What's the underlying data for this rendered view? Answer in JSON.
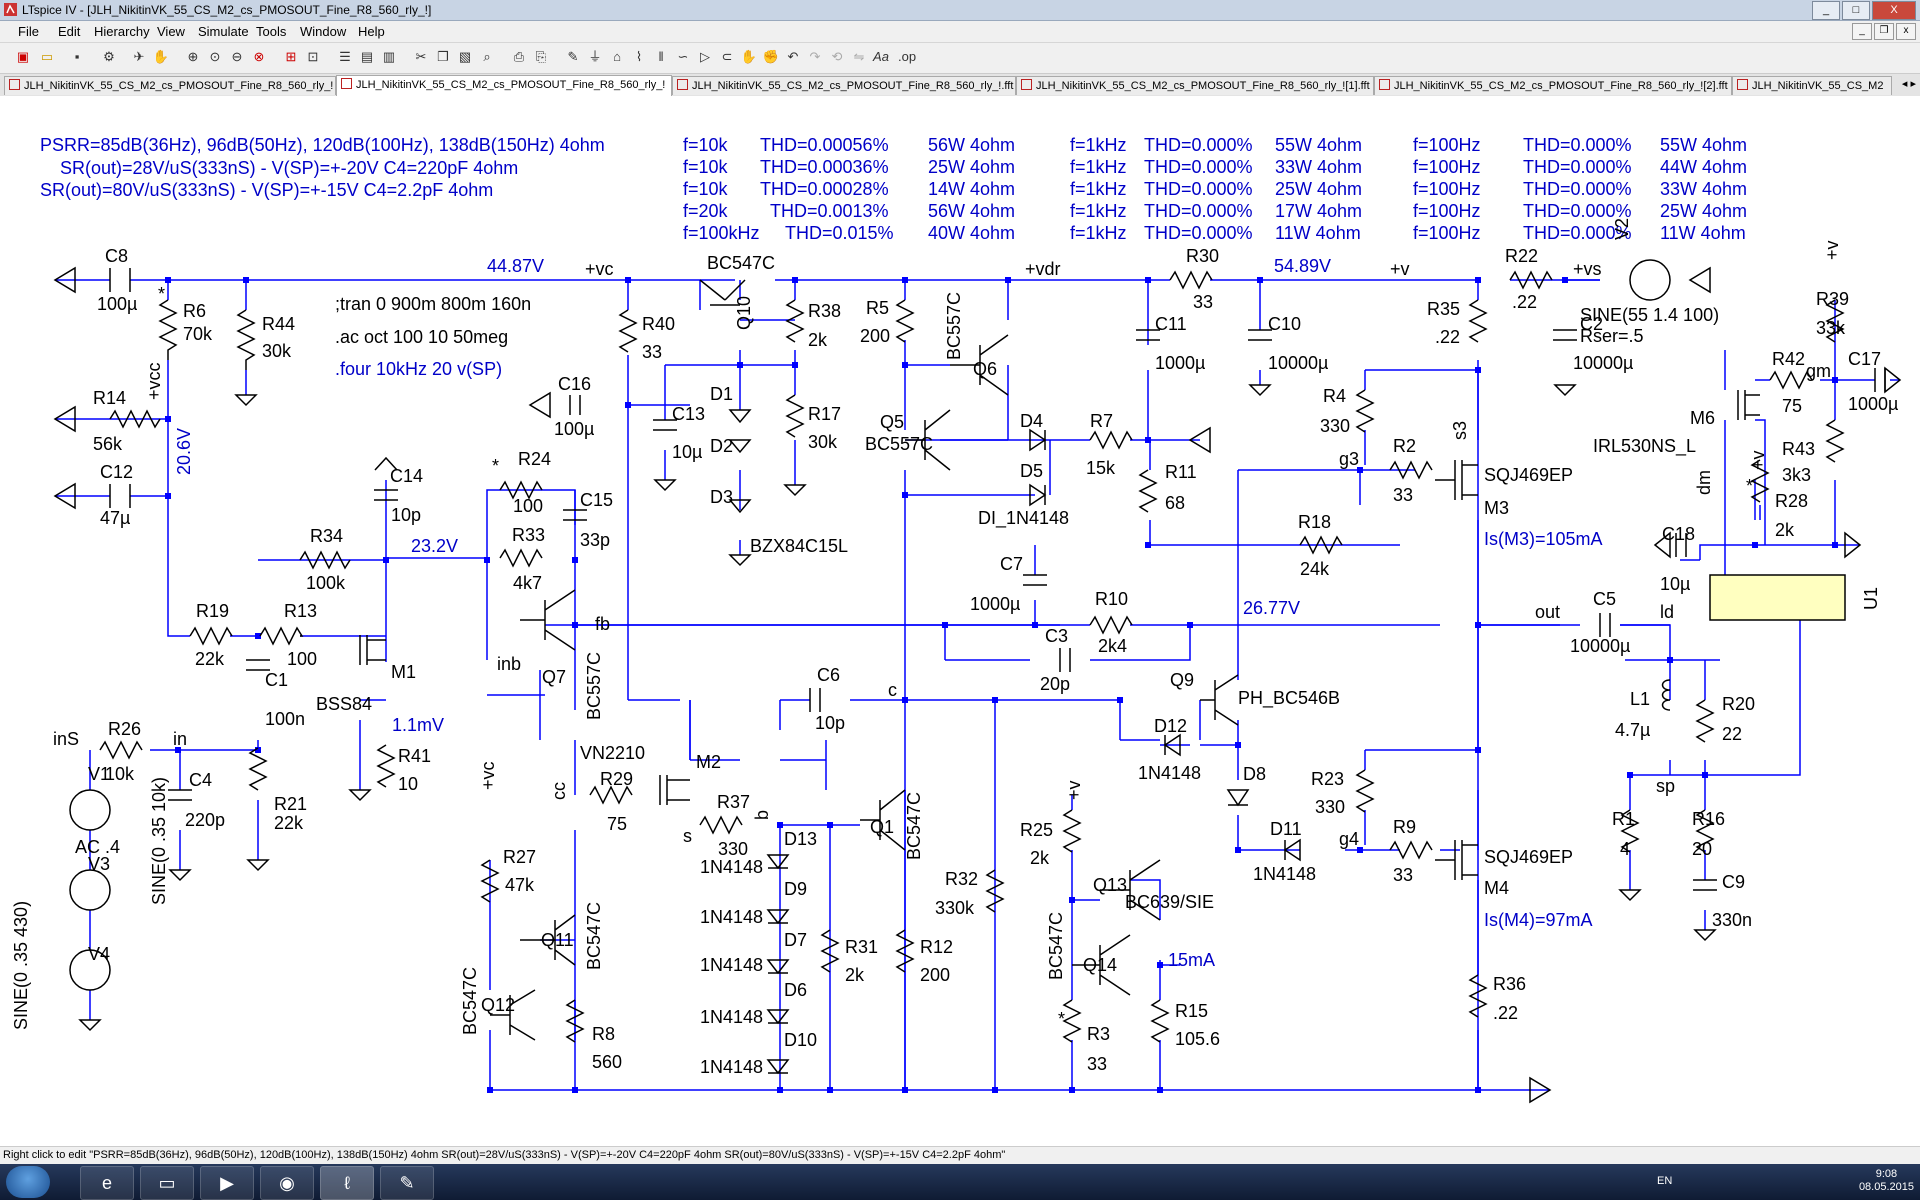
{
  "window": {
    "title": "LTspice IV - [JLH_NikitinVK_55_CS_M2_cs_PMOSOUT_Fine_R8_560_rly_!]",
    "buttons": [
      "_",
      "□",
      "X"
    ]
  },
  "menu": [
    "File",
    "Edit",
    "Hierarchy",
    "View",
    "Simulate",
    "Tools",
    "Window",
    "Help"
  ],
  "tabs": [
    {
      "label": "JLH_NikitinVK_55_CS_M2_cs_PMOSOUT_Fine_R8_560_rly_!"
    },
    {
      "label": "JLH_NikitinVK_55_CS_M2_cs_PMOSOUT_Fine_R8_560_rly_!"
    },
    {
      "label": "JLH_NikitinVK_55_CS_M2_cs_PMOSOUT_Fine_R8_560_rly_!.fft"
    },
    {
      "label": "JLH_NikitinVK_55_CS_M2_cs_PMOSOUT_Fine_R8_560_rly_![1].fft"
    },
    {
      "label": "JLH_NikitinVK_55_CS_M2_cs_PMOSOUT_Fine_R8_560_rly_![2].fft"
    },
    {
      "label": "JLH_NikitinVK_55_CS_M2"
    }
  ],
  "comments": {
    "psrr": "PSRR=85dB(36Hz), 96dB(50Hz), 120dB(100Hz), 138dB(150Hz)   4ohm",
    "sr1": "SR(out)=28V/uS(333nS)    - V(SP)=+-20V    C4=220pF   4ohm",
    "sr2": "SR(out)=80V/uS(333nS)    - V(SP)=+-15V    C4=2.2pF    4ohm",
    "thd_10k": [
      [
        "f=10k",
        "THD=0.00056%",
        "56W  4ohm"
      ],
      [
        "f=10k",
        "THD=0.00036%",
        "25W  4ohm"
      ],
      [
        "f=10k",
        "THD=0.00028%",
        "14W  4ohm"
      ],
      [
        "f=20k",
        "THD=0.0013%",
        "56W  4ohm"
      ],
      [
        "f=100kHz",
        "THD=0.015%",
        "40W  4ohm"
      ]
    ],
    "thd_1k": [
      [
        "f=1kHz",
        "THD=0.000%",
        "55W  4ohm"
      ],
      [
        "f=1kHz",
        "THD=0.000%",
        "33W  4ohm"
      ],
      [
        "f=1kHz",
        "THD=0.000%",
        "25W  4ohm"
      ],
      [
        "f=1kHz",
        "THD=0.000%",
        "17W  4ohm"
      ],
      [
        "f=1kHz",
        "THD=0.000%",
        "11W  4ohm"
      ]
    ],
    "thd_100": [
      [
        "f=100Hz",
        "THD=0.000%",
        "55W  4ohm"
      ],
      [
        "f=100Hz",
        "THD=0.000%",
        "44W  4ohm"
      ],
      [
        "f=100Hz",
        "THD=0.000%",
        "33W  4ohm"
      ],
      [
        "f=100Hz",
        "THD=0.000%",
        "25W  4ohm"
      ],
      [
        "f=100Hz",
        "THD=0.000%",
        "11W  4ohm"
      ]
    ],
    "tran": ";tran 0 900m 800m 160n",
    "ac": ".ac oct 100 10 50meg",
    "four": ".four 10kHz 20 v(SP)"
  },
  "voltages": {
    "vc": "44.87V",
    "v": "54.89V",
    "vcc": "20.6V",
    "n23": "23.2V",
    "fb": "26.77V",
    "m1": "1.1mV",
    "iq14": "15mA",
    "is_m3": "Is(M3)=105mA",
    "is_m4": "Is(M4)=97mA"
  },
  "parts": [
    [
      "C8",
      "100µ"
    ],
    [
      "R6",
      "70k"
    ],
    [
      "R44",
      "30k"
    ],
    [
      "R14",
      "56k"
    ],
    [
      "C12",
      "47µ"
    ],
    [
      "R40",
      "33"
    ],
    [
      "C16",
      "100µ"
    ],
    [
      "Q10",
      "BC547C"
    ],
    [
      "R38",
      "2k"
    ],
    [
      "C13",
      "10µ"
    ],
    [
      "R17",
      "30k"
    ],
    [
      "D1",
      ""
    ],
    [
      "D2",
      ""
    ],
    [
      "D3",
      "BZX84C15L"
    ],
    [
      "R5",
      "200"
    ],
    [
      "Q6",
      "BC557C"
    ],
    [
      "Q5",
      "BC557C"
    ],
    [
      "D4",
      ""
    ],
    [
      "D5",
      "DI_1N4148"
    ],
    [
      "R7",
      "15k"
    ],
    [
      "C11",
      "1000µ"
    ],
    [
      "R11",
      "68"
    ],
    [
      "R30",
      "33"
    ],
    [
      "C10",
      "10000µ"
    ],
    [
      "R35",
      ".22"
    ],
    [
      "R22",
      ".22"
    ],
    [
      "C2",
      "10000µ"
    ],
    [
      "V2",
      "SINE(55 1.4 100)"
    ],
    [
      "R39",
      "33k"
    ],
    [
      "R42",
      "75"
    ],
    [
      "M6",
      "IRL530NS_L"
    ],
    [
      "R43",
      "3k3"
    ],
    [
      "C17",
      "1000µ"
    ],
    [
      "R28",
      "2k"
    ],
    [
      "C18",
      "10µ"
    ],
    [
      "U1",
      ""
    ],
    [
      "R4",
      "330"
    ],
    [
      "R2",
      "33"
    ],
    [
      "M3",
      "SQJ469EP"
    ],
    [
      "R18",
      "24k"
    ],
    [
      "C7",
      "1000µ"
    ],
    [
      "R10",
      "2k4"
    ],
    [
      "C3",
      "20p"
    ],
    [
      "C5",
      "10000µ"
    ],
    [
      "L1",
      "4.7µ"
    ],
    [
      "R20",
      "22"
    ],
    [
      "R1",
      "4"
    ],
    [
      "R16",
      "20"
    ],
    [
      "C9",
      "330n"
    ],
    [
      "Q9",
      "PH_BC546B"
    ],
    [
      "D12",
      "1N4148"
    ],
    [
      "D8",
      ""
    ],
    [
      "R23",
      "330"
    ],
    [
      "D11",
      "1N4148"
    ],
    [
      "R9",
      "33"
    ],
    [
      "M4",
      "SQJ469EP"
    ],
    [
      "R36",
      ".22"
    ],
    [
      "R25",
      "2k"
    ],
    [
      "Q13",
      "BC639/SIE"
    ],
    [
      "Q14",
      "BC547C"
    ],
    [
      "R3",
      "33"
    ],
    [
      "R15",
      "105.6"
    ],
    [
      "R32",
      "330k"
    ],
    [
      "R12",
      "200"
    ],
    [
      "Q1",
      "BC547C"
    ],
    [
      "R31",
      "2k"
    ],
    [
      "C6",
      "10p"
    ],
    [
      "R37",
      "330"
    ],
    [
      "D13",
      "1N4148"
    ],
    [
      "D9",
      "1N4148"
    ],
    [
      "D7",
      "1N4148"
    ],
    [
      "D6",
      "1N4148"
    ],
    [
      "D10",
      "1N4148"
    ],
    [
      "M2",
      "VN2210"
    ],
    [
      "R29",
      "75"
    ],
    [
      "Q7",
      "BC557C"
    ],
    [
      "R24",
      "100"
    ],
    [
      "C15",
      "33p"
    ],
    [
      "R33",
      "4k7"
    ],
    [
      "R34",
      "100k"
    ],
    [
      "C14",
      "10p"
    ],
    [
      "M1",
      "BSS84"
    ],
    [
      "R41",
      "10"
    ],
    [
      "R19",
      "22k"
    ],
    [
      "R13",
      "100"
    ],
    [
      "C1",
      "100n"
    ],
    [
      "R21",
      "22k"
    ],
    [
      "C4",
      "220p"
    ],
    [
      "R26",
      "10k"
    ],
    [
      "V1",
      "SINE(0 .35 10k)"
    ],
    [
      "V3",
      "AC .4"
    ],
    [
      "V4",
      "SINE(0 .35 430)"
    ],
    [
      "R27",
      "47k"
    ],
    [
      "Q11",
      "BC547C"
    ],
    [
      "Q12",
      "BC547C"
    ],
    [
      "R8",
      "560"
    ]
  ],
  "statusbar": "Right click to edit \"PSRR=85dB(36Hz), 96dB(50Hz), 120dB(100Hz), 138dB(150Hz)   4ohm         SR(out)=28V/uS(333nS)    - V(SP)=+-20V      C4=220pF    4ohm  SR(out)=80V/uS(333nS)     - V(SP)=+-15V     C4=2.2pF     4ohm\"",
  "taskbar": {
    "lang": "EN",
    "time": "9:08",
    "date": "08.05.2015"
  },
  "colors": {
    "wire": "#0000ff",
    "text": "#0000c8",
    "titlebar": "#c8d4e4"
  }
}
